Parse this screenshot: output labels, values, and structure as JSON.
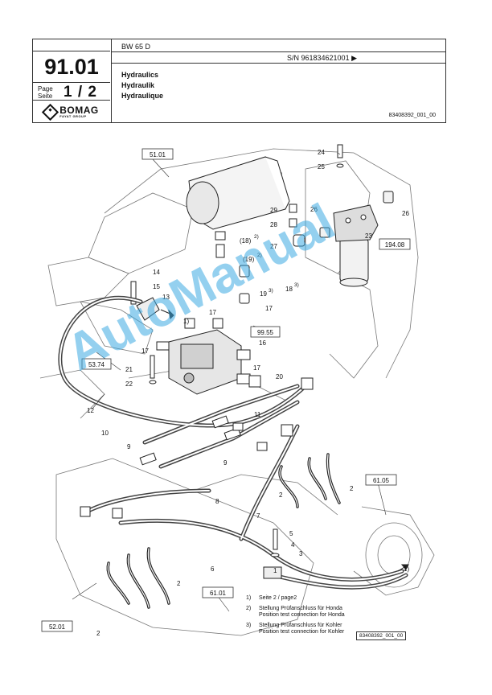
{
  "header": {
    "section": "91.01",
    "page_label_1": "Page",
    "page_label_2": "Seite",
    "page_value": "1 / 2",
    "logo_main": "BOMAG",
    "logo_sub": "FAYAT GROUP",
    "model": "BW 65 D",
    "serial": "S/N 961834621001 ▶",
    "title_en": "Hydraulics",
    "title_de": "Hydraulik",
    "title_fr": "Hydraulique",
    "ref": "83408392_001_00"
  },
  "ref_boxes": [
    "51.01",
    "53.74",
    "99.55",
    "194.08",
    "61.05",
    "61.01",
    "52.01"
  ],
  "part_labels": [
    "1",
    "2",
    "3",
    "4",
    "5",
    "6",
    "7",
    "8",
    "9",
    "10",
    "11",
    "12",
    "13",
    "14",
    "15",
    "16",
    "17",
    "18",
    "19",
    "20",
    "21",
    "22",
    "23",
    "24",
    "25",
    "26",
    "27",
    "28",
    "29"
  ],
  "callouts": {
    "c18": "(18)",
    "c19": "(19)",
    "sup1": "1)",
    "sup2": "2)",
    "sup3": "3)"
  },
  "watermark": "AutoManual",
  "notes": [
    {
      "num": "1)",
      "text1": "Seite 2 / page2",
      "text2": ""
    },
    {
      "num": "2)",
      "text1": "Stellung Prüfanschluss für Honda",
      "text2": "Position test connection for Honda"
    },
    {
      "num": "3)",
      "text1": "Stellung Prüfanschluss für Kohler",
      "text2": "Position test connection for Kohler"
    }
  ],
  "drawing_ref": "83408392_001_00"
}
